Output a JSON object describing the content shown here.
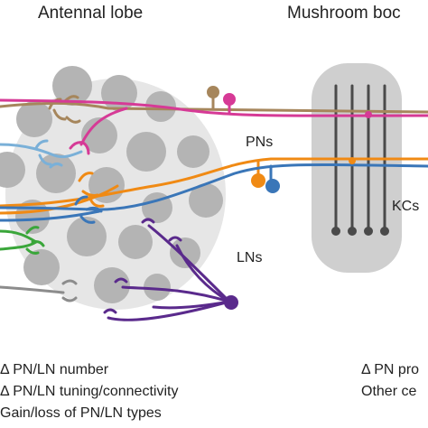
{
  "headings": {
    "antennal_lobe": "Antennal lobe",
    "mushroom_body": "Mushroom boc"
  },
  "labels": {
    "pns": "PNs",
    "lns": "LNs",
    "kcs": "KCs"
  },
  "notes_left": [
    "Δ PN/LN number",
    "Δ PN/LN tuning/connectivity",
    "Gain/loss of PN/LN types"
  ],
  "notes_right": [
    "Δ PN pro",
    "Other ce"
  ],
  "colors": {
    "lobe_fill": "#e6e6e6",
    "glomerulus": "#b4b4b4",
    "mushroom_body_fill": "#cfcfcf",
    "kc": "#4a4a4a",
    "pn_brown": "#a6865c",
    "pn_magenta": "#d63a96",
    "pn_orange": "#f08a14",
    "pn_blue": "#3a76b8",
    "pn_lightblue": "#7ab0d8",
    "pn_green": "#3aa63a",
    "pn_grey": "#8c8c8c",
    "ln_purple": "#5a2a8c"
  }
}
